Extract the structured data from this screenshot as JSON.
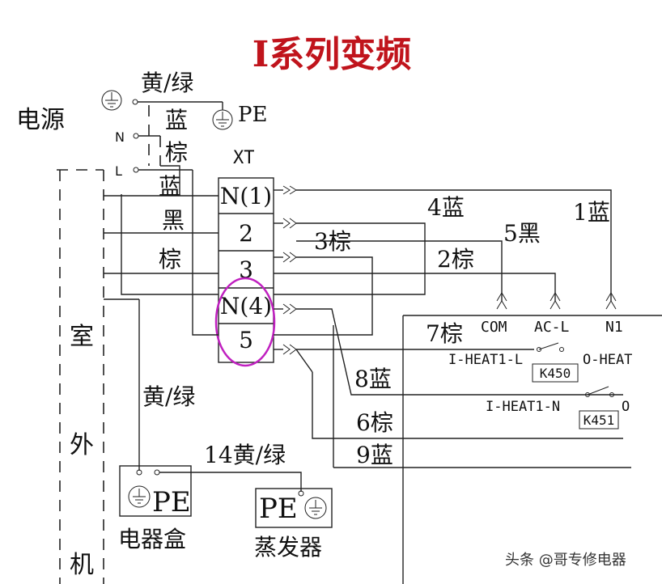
{
  "title": "I系列变频",
  "colors": {
    "title": "#c0141c",
    "highlight": "#c020c0",
    "line": "#222222"
  },
  "power": {
    "label": "电源",
    "yellow_green": "黄/绿",
    "pe": "PE",
    "n": "N",
    "l": "L",
    "blue": "蓝",
    "brown": "棕"
  },
  "terminal_block": {
    "label": "XT",
    "terminals": [
      "N(1)",
      "2",
      "3",
      "N(4)",
      "5"
    ]
  },
  "outdoor_wires": [
    "蓝",
    "黑",
    "棕"
  ],
  "outdoor_unit": [
    "室",
    "外",
    "机"
  ],
  "wires": {
    "w4": "4蓝",
    "w1": "1蓝",
    "w5": "5黑",
    "w3": "3棕",
    "w2": "2棕",
    "w7": "7棕",
    "w8": "8蓝",
    "w6": "6棕",
    "w9": "9蓝",
    "w14": "14黄/绿"
  },
  "board": {
    "com": "COM",
    "acl": "AC-L",
    "n1": "N1",
    "heat1_l": "I-HEAT1-L",
    "heat_o": "O-HEAT",
    "k450": "K450",
    "heat1_n": "I-HEAT1-N",
    "k451": "K451",
    "o2": "O"
  },
  "ground_label": "黄/绿",
  "box": {
    "pe": "PE",
    "label": "电器盒"
  },
  "evaporator": {
    "pe": "PE",
    "label": "蒸发器"
  },
  "watermark": "头条 @哥专修电器"
}
